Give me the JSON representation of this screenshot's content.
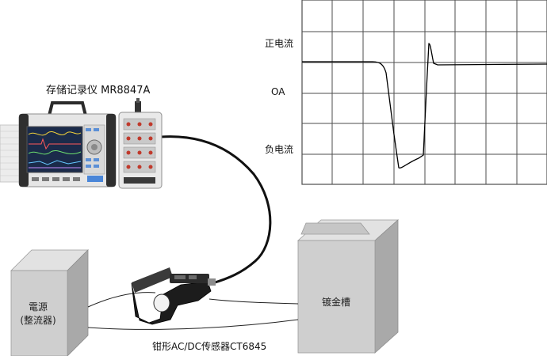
{
  "recorder": {
    "title": "存储记录仪 MR8847A"
  },
  "scope": {
    "positive_label": "正电流",
    "zero_label": "OA",
    "negative_label": "负电流"
  },
  "power_supply": {
    "line1": "電源",
    "line2": "(整流器)"
  },
  "plating_tank": {
    "label": "镀金槽"
  },
  "sensor": {
    "label": "钳形AC/DC传感器CT6845"
  },
  "colors": {
    "grid": "#4d4d4d",
    "trace": "#000000",
    "box_front": "#cfcfcf",
    "box_side": "#a9a9a9",
    "box_top": "#e2e2e2",
    "device_body": "#e6e6e6",
    "screen": "#1b2b4a"
  }
}
